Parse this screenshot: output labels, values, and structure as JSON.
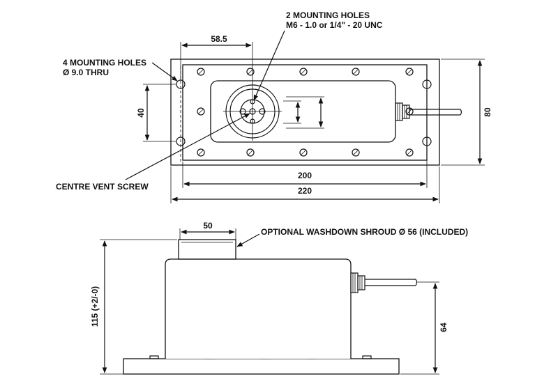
{
  "labels": {
    "mount_holes_top_line1": "2 MOUNTING HOLES",
    "mount_holes_top_line2": "M6 - 1.0 or 1/4\" - 20 UNC",
    "mount_holes_4_line1": "4 MOUNTING HOLES",
    "mount_holes_4_line2": "Ø 9.0 THRU",
    "centre_vent": "CENTRE VENT SCREW",
    "shroud": "OPTIONAL WASHDOWN SHROUD Ø 56 (INCLUDED)"
  },
  "dimensions": {
    "d_58_5": "58.5",
    "d_40": "40",
    "d_80": "80",
    "d_200": "200",
    "d_220": "220",
    "d_50": "50",
    "d_115": "115 (+2/-0)",
    "d_64": "64"
  }
}
